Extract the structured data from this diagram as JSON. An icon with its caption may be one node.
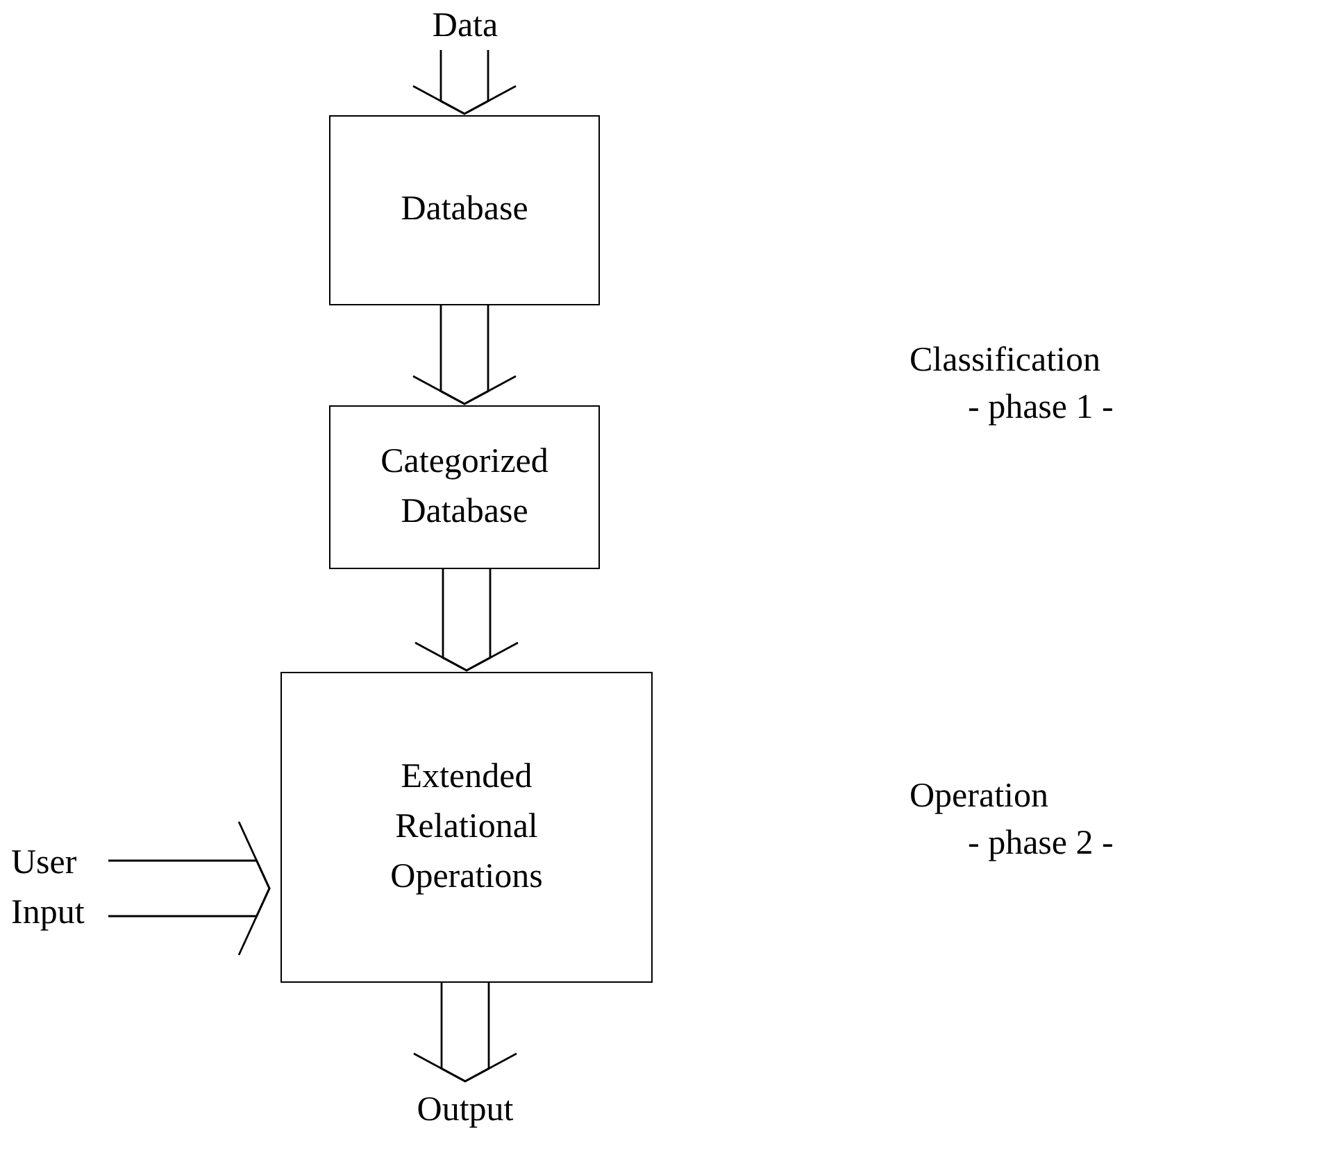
{
  "diagram": {
    "nodes": [
      {
        "text": [
          "Data"
        ]
      },
      {
        "text": [
          "Database"
        ]
      },
      {
        "text": [
          "Categorized Database"
        ]
      },
      {
        "text": [
          "Extended Relational Operations"
        ]
      },
      {
        "text": [
          "User Input"
        ]
      },
      {
        "text": [
          "Output"
        ]
      }
    ],
    "edges": [
      {
        "from": 0,
        "to": 1,
        "arrow": "to"
      },
      {
        "from": 1,
        "to": 2,
        "arrow": "to"
      },
      {
        "from": 2,
        "to": 3,
        "arrow": "to"
      },
      {
        "from": 4,
        "to": 3,
        "arrow": "to"
      },
      {
        "from": 3,
        "to": 5,
        "arrow": "to"
      }
    ],
    "labels": [
      "Classification",
      "- phase 1 -",
      "Operation",
      "- phase 2 -"
    ]
  }
}
